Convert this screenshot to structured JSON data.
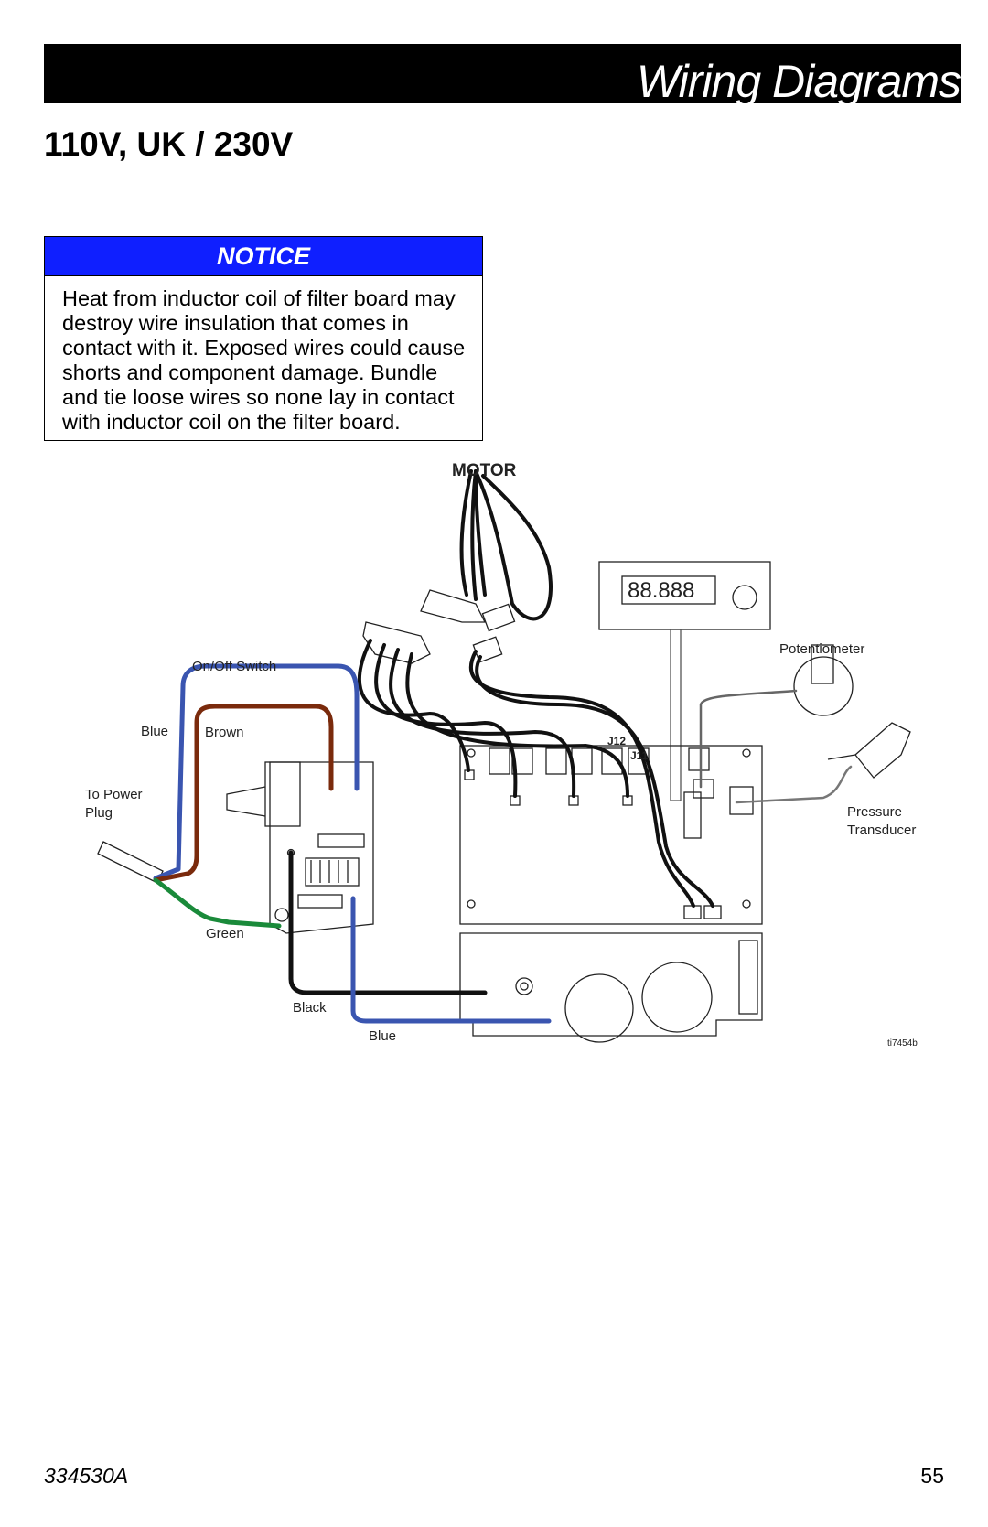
{
  "header": {
    "title": "Wiring Diagrams"
  },
  "section": {
    "title": "110V, UK / 230V"
  },
  "notice": {
    "heading": "NOTICE",
    "body": "Heat from inductor coil of filter board may destroy wire insulation that comes in contact with it. Exposed wires could cause shorts and component damage. Bundle and tie loose wires so none lay in contact with inductor coil on the filter board."
  },
  "diagram": {
    "labels": {
      "motor": "MOTOR",
      "on_off_switch": "On/Off Switch",
      "blue_top": "Blue",
      "brown": "Brown",
      "to_power_plug_1": "To Power",
      "to_power_plug_2": "Plug",
      "green": "Green",
      "black": "Black",
      "blue_bottom": "Blue",
      "potentiometer": "Potentiometer",
      "pressure_transducer_1": "Pressure",
      "pressure_transducer_2": "Transducer",
      "j12": "J12",
      "j11": "J11",
      "display": "88.888",
      "figure_id": "ti7454b"
    },
    "wire_colors": {
      "blue": "#3a55b0",
      "brown": "#7a2a0c",
      "green": "#1a8a3a",
      "black": "#111111"
    }
  },
  "footer": {
    "doc_number": "334530A",
    "page_number": "55"
  }
}
